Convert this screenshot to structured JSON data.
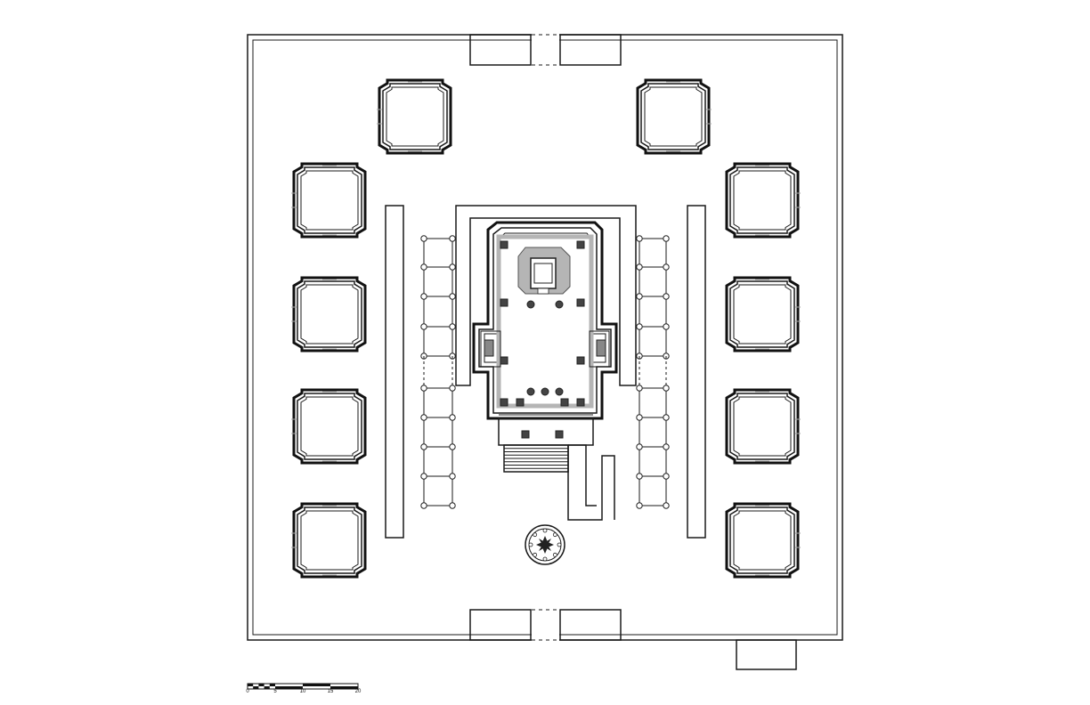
{
  "scale_bar": {
    "labels": [
      "0",
      "5",
      "10",
      "15",
      "20"
    ]
  },
  "colors": {
    "line": "#1a1a1a",
    "shrine_fill": "#b5b5b5",
    "pillar_fill": "#444444"
  },
  "icons": {
    "subsidiary_shrine": "square-cell-outline",
    "pillar": "circle",
    "well": "octagonal-star"
  }
}
